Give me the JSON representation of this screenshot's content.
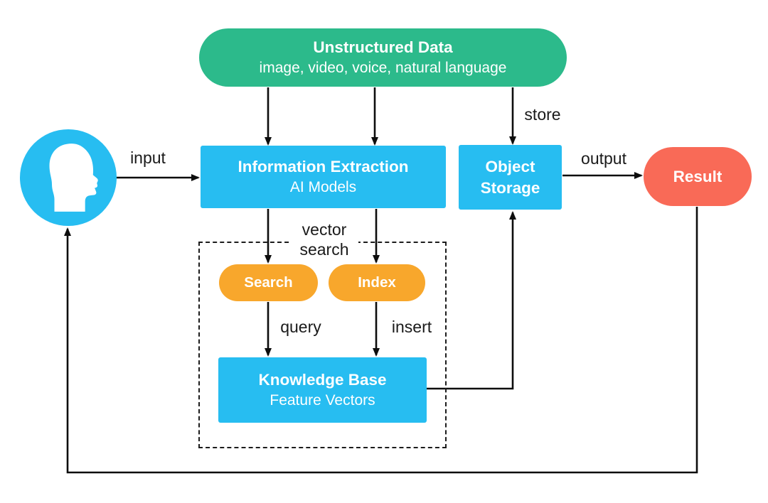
{
  "diagram": {
    "nodes": {
      "unstructured_data": {
        "title": "Unstructured Data",
        "subtitle": "image, video, voice, natural language"
      },
      "information_extraction": {
        "title": "Information Extraction",
        "subtitle": "AI Models"
      },
      "object_storage": {
        "title": "Object Storage"
      },
      "result": {
        "title": "Result"
      },
      "search": {
        "title": "Search"
      },
      "index": {
        "title": "Index"
      },
      "knowledge_base": {
        "title": "Knowledge Base",
        "subtitle": "Feature Vectors"
      }
    },
    "edge_labels": {
      "input": "input",
      "store": "store",
      "output": "output",
      "vector_search": "vector search",
      "query": "query",
      "insert": "insert"
    },
    "icons": {
      "avatar": "user-head-profile-icon"
    },
    "colors": {
      "blue": "#27BDF1",
      "green": "#2CBA8B",
      "orange": "#F8A72C",
      "coral": "#F96A57",
      "line": "#0d0d0d",
      "text": "#1a1a1a"
    }
  }
}
